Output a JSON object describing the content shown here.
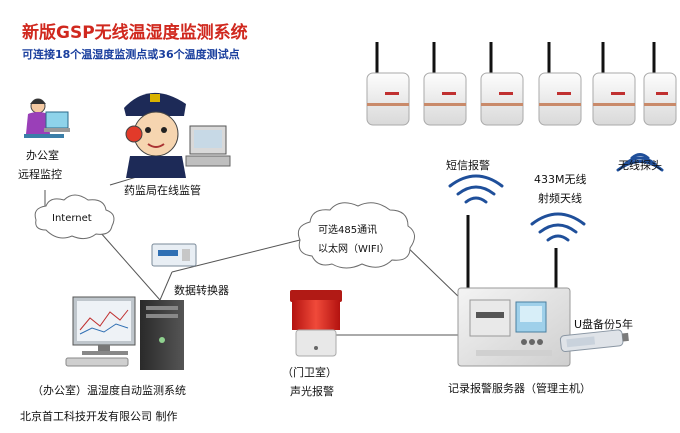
{
  "header": {
    "title": "新版GSP无线温湿度监测系统",
    "subtitle": "可连接18个温湿度监测点或36个温度测试点"
  },
  "labels": {
    "office_remote_line1": "办公室",
    "office_remote_line2": "远程监控",
    "fda_online": "药监局在线监管",
    "internet": "Internet",
    "data_converter": "数据转换器",
    "option_line1": "可选485通讯",
    "option_line2": "以太网（WIFI）",
    "sms_alarm": "短信报警",
    "antenna_line1": "433M无线",
    "antenna_line2": "射频天线",
    "wireless_probe": "无线探头",
    "usb_backup": "U盘备份5年",
    "guard_room": "（门卫室）",
    "sound_light_alarm": "声光报警",
    "recorder_server": "记录报警服务器（管理主机）",
    "office_auto_system": "（办公室）温湿度自动监测系统",
    "company": "北京首工科技开发有限公司 制作"
  },
  "colors": {
    "title_red": "#d0281e",
    "subtitle_blue": "#1a3f9e",
    "wave_blue": "#1f4f9a",
    "line_gray": "#555555"
  },
  "icons": [
    "probe-icon",
    "antenna-icon",
    "signal-wave-icon",
    "cloud-icon",
    "computer-icon",
    "police-icon",
    "office-worker-icon",
    "converter-icon",
    "alarm-light-icon",
    "usb-drive-icon",
    "server-host-icon"
  ]
}
